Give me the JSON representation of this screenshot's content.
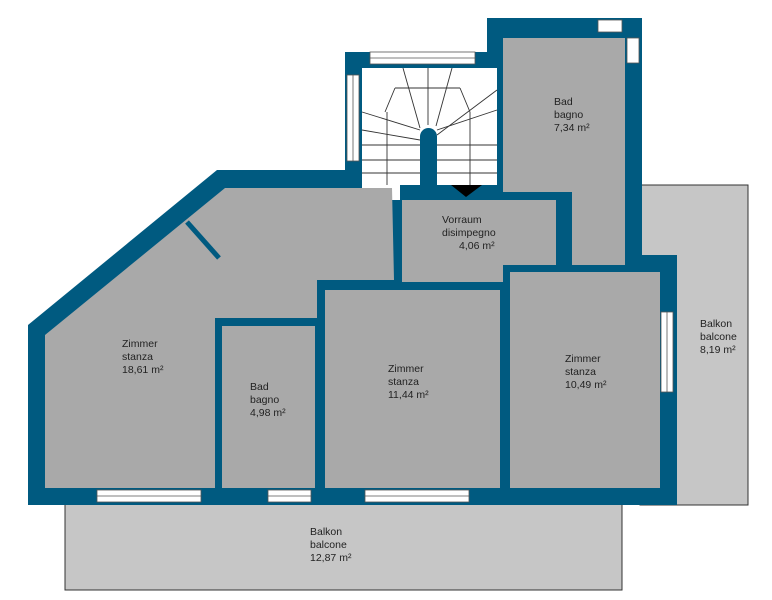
{
  "colors": {
    "wall": "#005a80",
    "room": "#a9a9a9",
    "balcony": "#c6c6c6",
    "stair": "#ffffff"
  },
  "rooms": [
    {
      "id": "zimmer1",
      "de": "Zimmer",
      "it": "stanza",
      "area": "18,61 m²"
    },
    {
      "id": "bad1",
      "de": "Bad",
      "it": "bagno",
      "area": "4,98 m²"
    },
    {
      "id": "zimmer2",
      "de": "Zimmer",
      "it": "stanza",
      "area": "11,44 m²"
    },
    {
      "id": "zimmer3",
      "de": "Zimmer",
      "it": "stanza",
      "area": "10,49 m²"
    },
    {
      "id": "vorraum",
      "de": "Vorraum",
      "it": "disimpegno",
      "area": "4,06 m²"
    },
    {
      "id": "bad2",
      "de": "Bad",
      "it": "bagno",
      "area": "7,34 m²"
    },
    {
      "id": "balkon1",
      "de": "Balkon",
      "it": "balcone",
      "area": "8,19 m²"
    },
    {
      "id": "balkon2",
      "de": "Balkon",
      "it": "balcone",
      "area": "12,87 m²"
    }
  ]
}
